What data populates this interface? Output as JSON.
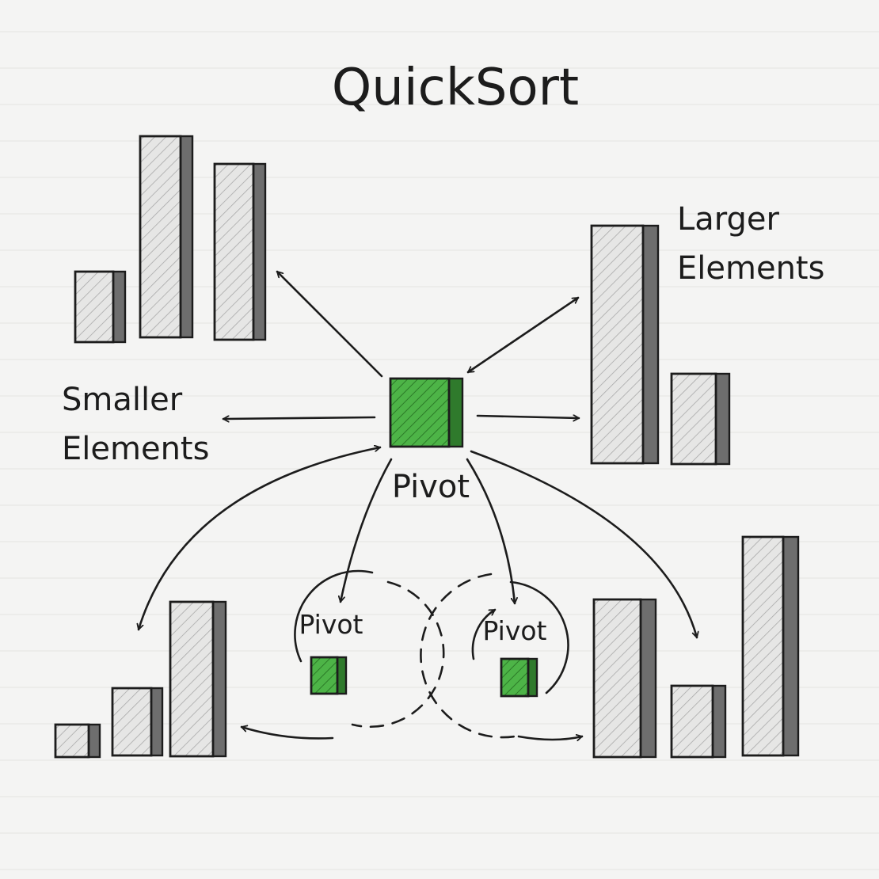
{
  "title": "QuickSort",
  "labels": {
    "larger_line1": "Larger",
    "larger_line2": "Elements",
    "smaller_line1": "Smaller",
    "smaller_line2": "Elements",
    "pivot_main": "Pivot",
    "pivot_left": "Pivot",
    "pivot_right": "Pivot"
  },
  "colors": {
    "pivot_green": "#3fa63a",
    "ink": "#1c1c1c",
    "bar_gray": "#e2e2e2"
  }
}
